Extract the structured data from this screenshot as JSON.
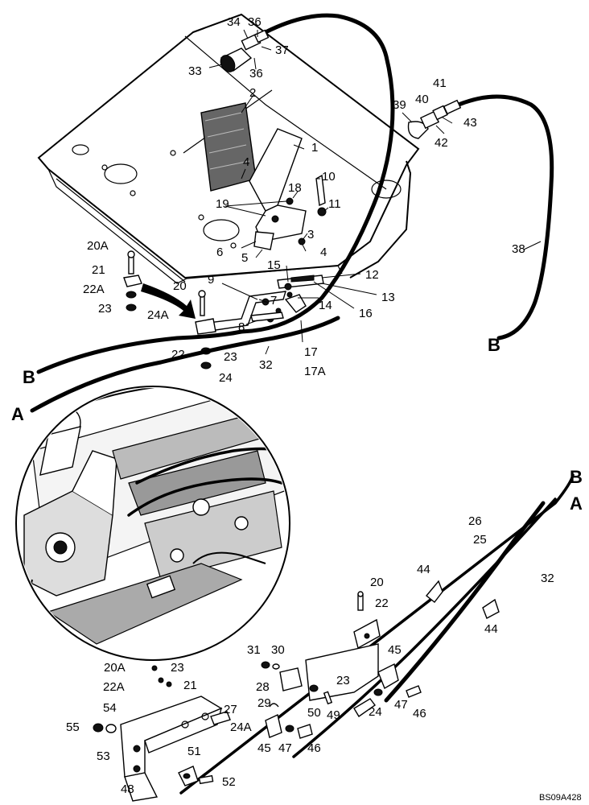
{
  "drawing_code": "BS09A428",
  "cable_end_labels": {
    "a": "A",
    "b": "B"
  },
  "callouts": [
    {
      "id": "c2",
      "text": "2"
    },
    {
      "id": "c1",
      "text": "1"
    },
    {
      "id": "c4a",
      "text": "4"
    },
    {
      "id": "c18",
      "text": "18"
    },
    {
      "id": "c10",
      "text": "10"
    },
    {
      "id": "c11",
      "text": "11"
    },
    {
      "id": "c19",
      "text": "19"
    },
    {
      "id": "c3",
      "text": "3"
    },
    {
      "id": "c4b",
      "text": "4"
    },
    {
      "id": "c6",
      "text": "6"
    },
    {
      "id": "c5",
      "text": "5"
    },
    {
      "id": "c15",
      "text": "15"
    },
    {
      "id": "c12",
      "text": "12"
    },
    {
      "id": "c13",
      "text": "13"
    },
    {
      "id": "c16",
      "text": "16"
    },
    {
      "id": "c14",
      "text": "14"
    },
    {
      "id": "c9",
      "text": "9"
    },
    {
      "id": "c7",
      "text": "7"
    },
    {
      "id": "c8",
      "text": "8"
    },
    {
      "id": "c17",
      "text": "17"
    },
    {
      "id": "c17a",
      "text": "17A"
    },
    {
      "id": "c32a",
      "text": "32"
    },
    {
      "id": "c20a_top",
      "text": "20A"
    },
    {
      "id": "c21_top",
      "text": "21"
    },
    {
      "id": "c22a_top",
      "text": "22A"
    },
    {
      "id": "c23_top",
      "text": "23"
    },
    {
      "id": "c24a_top",
      "text": "24A"
    },
    {
      "id": "c20_top",
      "text": "20"
    },
    {
      "id": "c22_top",
      "text": "22"
    },
    {
      "id": "c23_mid",
      "text": "23"
    },
    {
      "id": "c24_top",
      "text": "24"
    },
    {
      "id": "c33",
      "text": "33"
    },
    {
      "id": "c34",
      "text": "34"
    },
    {
      "id": "c36a",
      "text": "36"
    },
    {
      "id": "c37",
      "text": "37"
    },
    {
      "id": "c36b",
      "text": "36"
    },
    {
      "id": "c39",
      "text": "39"
    },
    {
      "id": "c40",
      "text": "40"
    },
    {
      "id": "c41",
      "text": "41"
    },
    {
      "id": "c43",
      "text": "43"
    },
    {
      "id": "c42",
      "text": "42"
    },
    {
      "id": "c38",
      "text": "38"
    },
    {
      "id": "c26",
      "text": "26"
    },
    {
      "id": "c25",
      "text": "25"
    },
    {
      "id": "c32b",
      "text": "32"
    },
    {
      "id": "c44a",
      "text": "44"
    },
    {
      "id": "c44b",
      "text": "44"
    },
    {
      "id": "c20_low",
      "text": "20"
    },
    {
      "id": "c22_low",
      "text": "22"
    },
    {
      "id": "c45a",
      "text": "45"
    },
    {
      "id": "c31",
      "text": "31"
    },
    {
      "id": "c30",
      "text": "30"
    },
    {
      "id": "c28",
      "text": "28"
    },
    {
      "id": "c23_low",
      "text": "23"
    },
    {
      "id": "c50",
      "text": "50"
    },
    {
      "id": "c49",
      "text": "49"
    },
    {
      "id": "c24_low",
      "text": "24"
    },
    {
      "id": "c47a",
      "text": "47"
    },
    {
      "id": "c46a",
      "text": "46"
    },
    {
      "id": "c20a_low",
      "text": "20A"
    },
    {
      "id": "c23_bl",
      "text": "23"
    },
    {
      "id": "c22a_low",
      "text": "22A"
    },
    {
      "id": "c21_low",
      "text": "21"
    },
    {
      "id": "c27",
      "text": "27"
    },
    {
      "id": "c24a_low",
      "text": "24A"
    },
    {
      "id": "c29",
      "text": "29"
    },
    {
      "id": "c54",
      "text": "54"
    },
    {
      "id": "c55",
      "text": "55"
    },
    {
      "id": "c53",
      "text": "53"
    },
    {
      "id": "c45b",
      "text": "45"
    },
    {
      "id": "c47b",
      "text": "47"
    },
    {
      "id": "c46b",
      "text": "46"
    },
    {
      "id": "c51",
      "text": "51"
    },
    {
      "id": "c52",
      "text": "52"
    },
    {
      "id": "c48",
      "text": "48"
    }
  ]
}
